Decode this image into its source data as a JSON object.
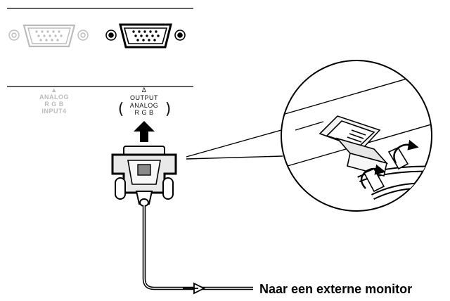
{
  "panel": {
    "input_port": {
      "arrow": "▲",
      "line1": "ANALOG",
      "line2": "R G B",
      "line3": "INPUT4"
    },
    "output_port": {
      "arrow": "Δ",
      "line1": "OUTPUT",
      "line2": "ANALOG",
      "line3": "R G B"
    }
  },
  "caption": {
    "text": "Naar een externe monitor"
  },
  "colors": {
    "line": "#000000",
    "inactive": "#bcbcbc",
    "connector_fill": "#e9e9e9",
    "connector_dark": "#8a8a8a"
  }
}
